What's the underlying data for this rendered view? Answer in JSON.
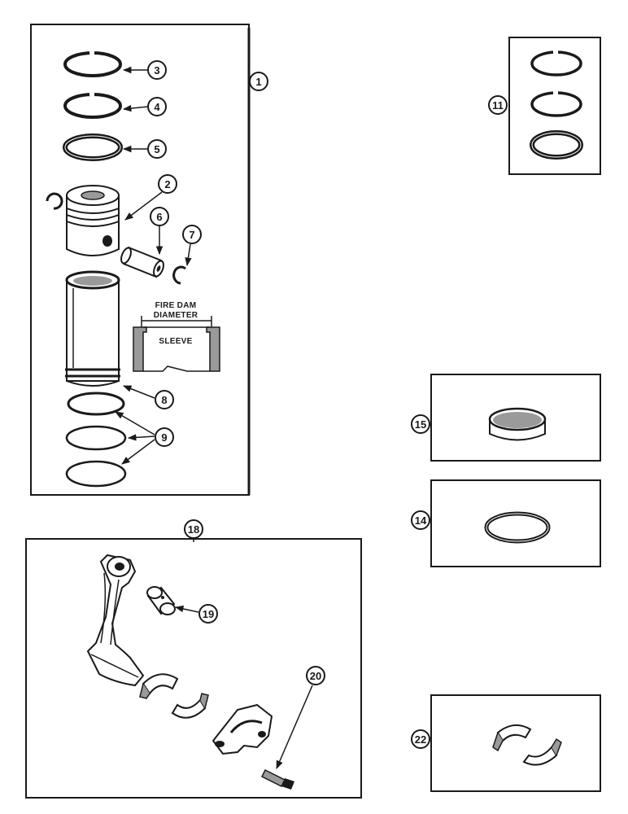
{
  "callouts": {
    "c1": "1",
    "c2": "2",
    "c3": "3",
    "c4": "4",
    "c5": "5",
    "c6": "6",
    "c7": "7",
    "c8": "8",
    "c9": "9",
    "c11": "11",
    "c14": "14",
    "c15": "15",
    "c18": "18",
    "c19": "19",
    "c20": "20",
    "c22": "22"
  },
  "sleeve_detail": {
    "label_line1": "FIRE DAM",
    "label_line2": "DIAMETER",
    "label_sleeve": "SLEEVE"
  },
  "colors": {
    "ink": "#1a1a1a",
    "paper": "#ffffff",
    "shade": "#9a9a9a"
  },
  "icons": [
    "retaining-ring-icon",
    "piston-ring-icon",
    "piston-icon",
    "piston-pin-icon",
    "cylinder-sleeve-icon",
    "o-ring-icon",
    "bushing-icon",
    "connecting-rod-icon",
    "bearing-shell-icon",
    "rod-cap-icon",
    "bolt-icon"
  ]
}
